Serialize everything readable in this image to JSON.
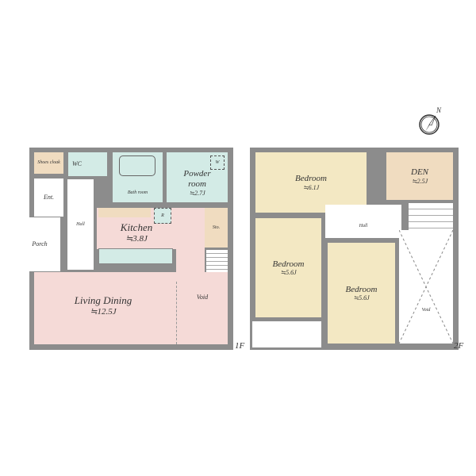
{
  "floor1": {
    "label": "1F",
    "rooms": {
      "shoes": {
        "name": "Shoes cloak"
      },
      "wc": {
        "name": "WC"
      },
      "bath": {
        "name": "Bath room"
      },
      "powder": {
        "name": "Powder room",
        "size": "≒2.7J",
        "w": "W"
      },
      "ent": {
        "name": "Ent."
      },
      "hall": {
        "name": "Hall"
      },
      "porch": {
        "name": "Porch"
      },
      "kitchen": {
        "name": "Kitchen",
        "size": "≒3.8J",
        "r": "R"
      },
      "sto": {
        "name": "Sto."
      },
      "living": {
        "name": "Living Dining",
        "size": "≒12.5J"
      },
      "void": {
        "name": "Void"
      }
    }
  },
  "floor2": {
    "label": "2F",
    "rooms": {
      "bed1": {
        "name": "Bedroom",
        "size": "≒6.1J"
      },
      "den": {
        "name": "DEN",
        "size": "≒2.5J"
      },
      "hall": {
        "name": "Hall"
      },
      "bed2": {
        "name": "Bedroom",
        "size": "≒5.6J"
      },
      "bed3": {
        "name": "Bedroom",
        "size": "≒5.6J"
      },
      "void": {
        "name": "Void"
      }
    }
  },
  "compass": {
    "label": "N"
  }
}
